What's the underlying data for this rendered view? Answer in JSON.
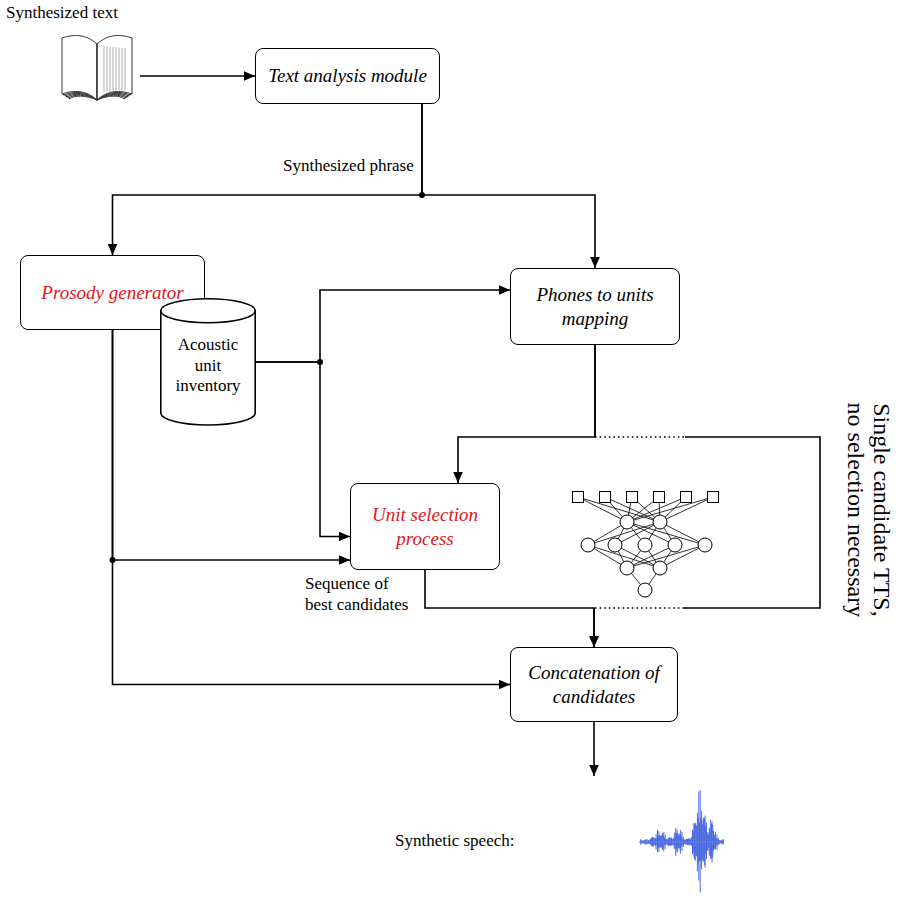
{
  "diagram": {
    "nodes": [
      {
        "text": [
          "Text analysis module"
        ]
      },
      {
        "text": [
          "Prosody generator"
        ]
      },
      {
        "text": [
          "Phones to units mapping"
        ]
      },
      {
        "text": [
          "Acoustic unit inventory"
        ]
      },
      {
        "text": [
          "Unit selection process"
        ]
      },
      {
        "text": [
          "Concatenation of candidates"
        ]
      }
    ],
    "edges": [
      {
        "from": 0,
        "to": 1,
        "arrow": "to"
      },
      {
        "from": 0,
        "to": 2,
        "arrow": "to"
      },
      {
        "from": 3,
        "to": 2,
        "arrow": "to"
      },
      {
        "from": 3,
        "to": 4,
        "arrow": "to"
      },
      {
        "from": 1,
        "to": 4,
        "arrow": "to"
      },
      {
        "from": 2,
        "to": 4,
        "arrow": "to"
      },
      {
        "from": 4,
        "to": 5,
        "arrow": "to",
        "label": "Sequence of best candidates"
      },
      {
        "from": 1,
        "to": 5,
        "arrow": "to"
      },
      {
        "from": 2,
        "to": 5,
        "arrow": "to",
        "label": "Single candidate TTS, no selection necessary"
      }
    ],
    "labels": [
      "Synthesized text",
      "Synthesized phrase",
      "Synthetic speech:"
    ]
  }
}
